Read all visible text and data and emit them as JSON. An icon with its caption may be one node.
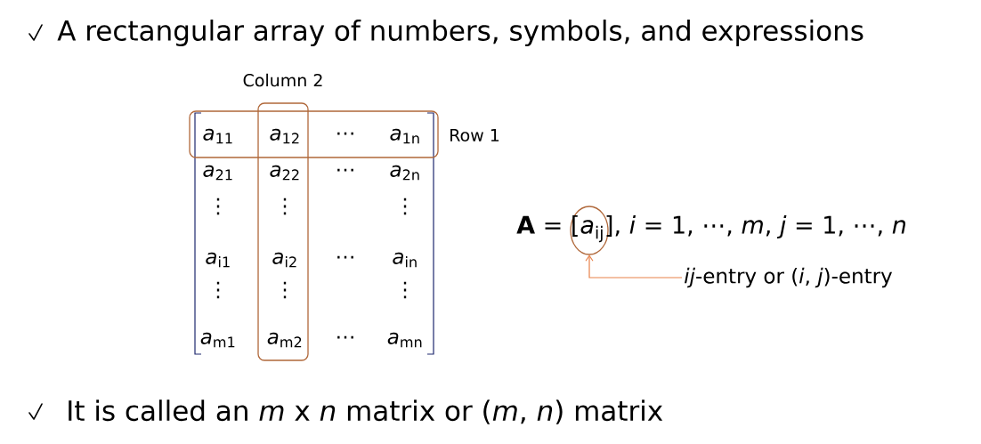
{
  "diagram": {
    "nodes": [
      {
        "text": [],
        "shape": "box",
        "beside": [
          "Column 2"
        ]
      },
      {
        "text": [],
        "shape": "box",
        "beside": [
          "Row 1"
        ]
      },
      {
        "text": [],
        "shape": "circle"
      },
      {
        "text": [
          "*ij*-entry or (*i*, *j*)-entry"
        ]
      }
    ],
    "edges": [
      {
        "from": 3,
        "to": 2,
        "arrow": "to",
        "color": "#e8824a"
      }
    ],
    "labels": [
      "A rectangular array of numbers, symbols, and expressions",
      "*a*$_{11}$",
      "*a*$_{12}$",
      "⋯",
      "*a*$_{1n}$",
      "*a*$_{21}$",
      "*a*$_{22}$",
      "⋯",
      "*a*$_{2n}$",
      "⋮",
      "⋮",
      "⋮",
      "*a*$_{i1}$",
      "*a*$_{i2}$",
      "⋯",
      "*a*$_{in}$",
      "⋮",
      "⋮",
      "⋮",
      "*a*$_{m1}$",
      "*a*$_{m2}$",
      "⋯",
      "*a*$_{mn}$",
      "**A** = [*a*$_{ij}$], *i* = 1, ⋯, *m*, *j* = 1, ⋯, *n*",
      "It is called an *m* x *n* matrix or (*m*, *n*) matrix"
    ]
  }
}
